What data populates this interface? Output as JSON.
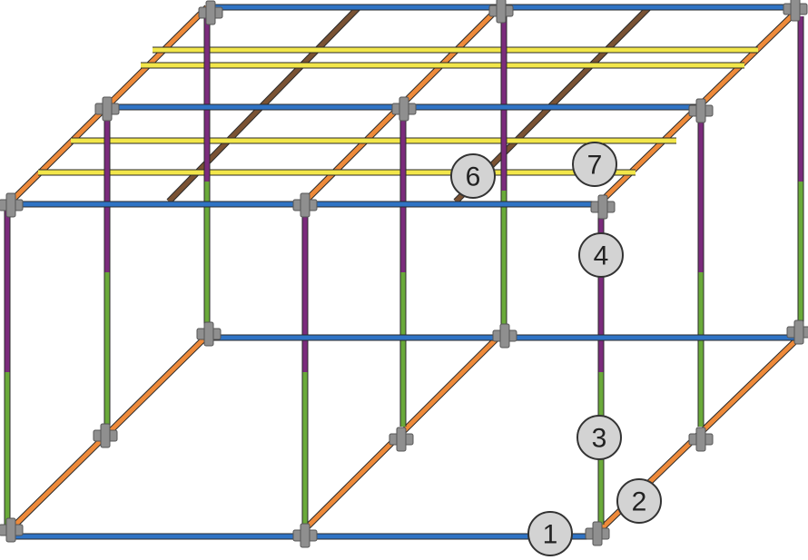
{
  "colors": {
    "background": "#ffffff",
    "blue_pipe": "#2f73c4",
    "orange_pipe": "#ee8a3a",
    "yellow_pipe": "#f2e64a",
    "brown_pipe": "#7a5233",
    "purple_pipe": "#7b2b7c",
    "green_pipe": "#6aaa3a",
    "connector": "#8f8f8f",
    "callout_fill": "#d3d3d3",
    "callout_stroke": "#333333"
  },
  "pipe_types": [
    "blue",
    "orange",
    "yellow",
    "brown",
    "purple",
    "green"
  ],
  "callouts": [
    {
      "label": "1",
      "points_to": "bottom-front-right-corner-fitting"
    },
    {
      "label": "2",
      "points_to": "bottom-right-side-rail"
    },
    {
      "label": "3",
      "points_to": "front-right-lower-post"
    },
    {
      "label": "4",
      "points_to": "front-right-upper-post"
    },
    {
      "label": "6",
      "points_to": "top-roof-rafter"
    },
    {
      "label": "7",
      "points_to": "top-roof-cross-rail"
    }
  ]
}
